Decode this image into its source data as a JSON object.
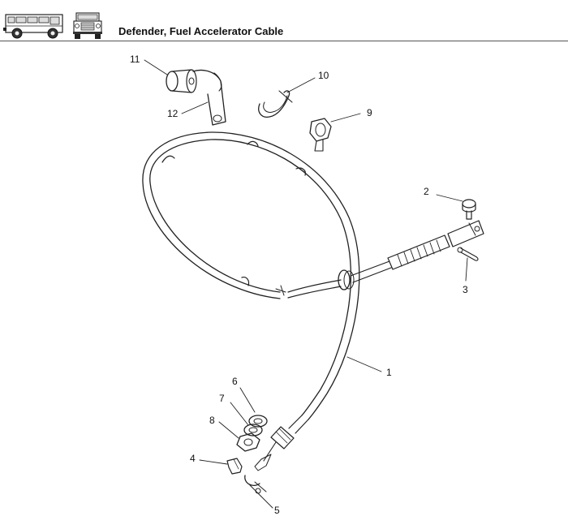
{
  "header": {
    "title": "Defender, Fuel Accelerator Cable",
    "icons": [
      "vehicle-side-view-icon",
      "vehicle-front-view-icon"
    ]
  },
  "callouts": [
    {
      "id": "1",
      "label": "1"
    },
    {
      "id": "2",
      "label": "2"
    },
    {
      "id": "3",
      "label": "3"
    },
    {
      "id": "4",
      "label": "4"
    },
    {
      "id": "5",
      "label": "5"
    },
    {
      "id": "6",
      "label": "6"
    },
    {
      "id": "7",
      "label": "7"
    },
    {
      "id": "8",
      "label": "8"
    },
    {
      "id": "9",
      "label": "9"
    },
    {
      "id": "10",
      "label": "10"
    },
    {
      "id": "11",
      "label": "11"
    },
    {
      "id": "12",
      "label": "12"
    }
  ]
}
